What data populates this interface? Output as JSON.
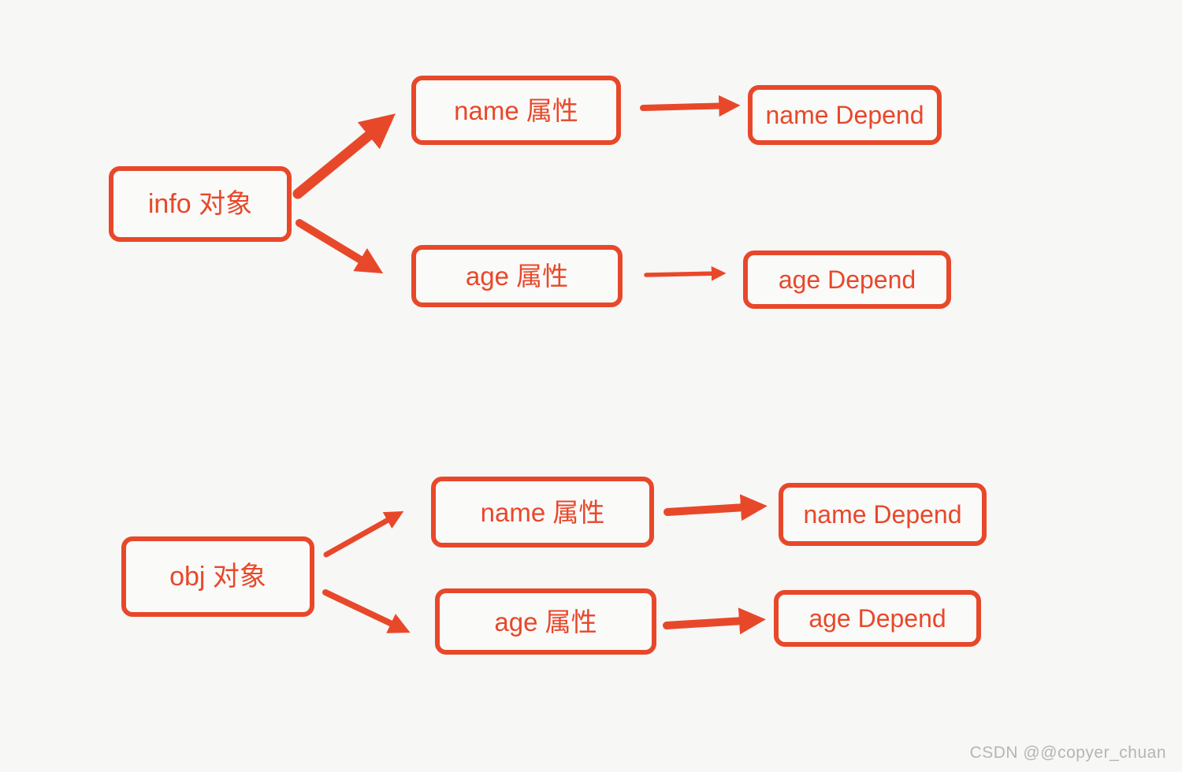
{
  "colors": {
    "accent": "#e8482a",
    "background": "#f7f7f6",
    "node_background": "#fafaf9",
    "watermark": "#b5b5b5"
  },
  "watermark": {
    "text": "CSDN @@copyer_chuan"
  },
  "diagrams": [
    {
      "name": "info-object-reactivity-tree",
      "root": {
        "label": "info 对象"
      },
      "children": [
        {
          "label": "name 属性",
          "depend": {
            "label": "name Depend"
          }
        },
        {
          "label": "age 属性",
          "depend": {
            "label": "age Depend"
          }
        }
      ]
    },
    {
      "name": "obj-object-reactivity-tree",
      "root": {
        "label": "obj 对象"
      },
      "children": [
        {
          "label": "name 属性",
          "depend": {
            "label": "name Depend"
          }
        },
        {
          "label": "age 属性",
          "depend": {
            "label": "age Depend"
          }
        }
      ]
    }
  ]
}
